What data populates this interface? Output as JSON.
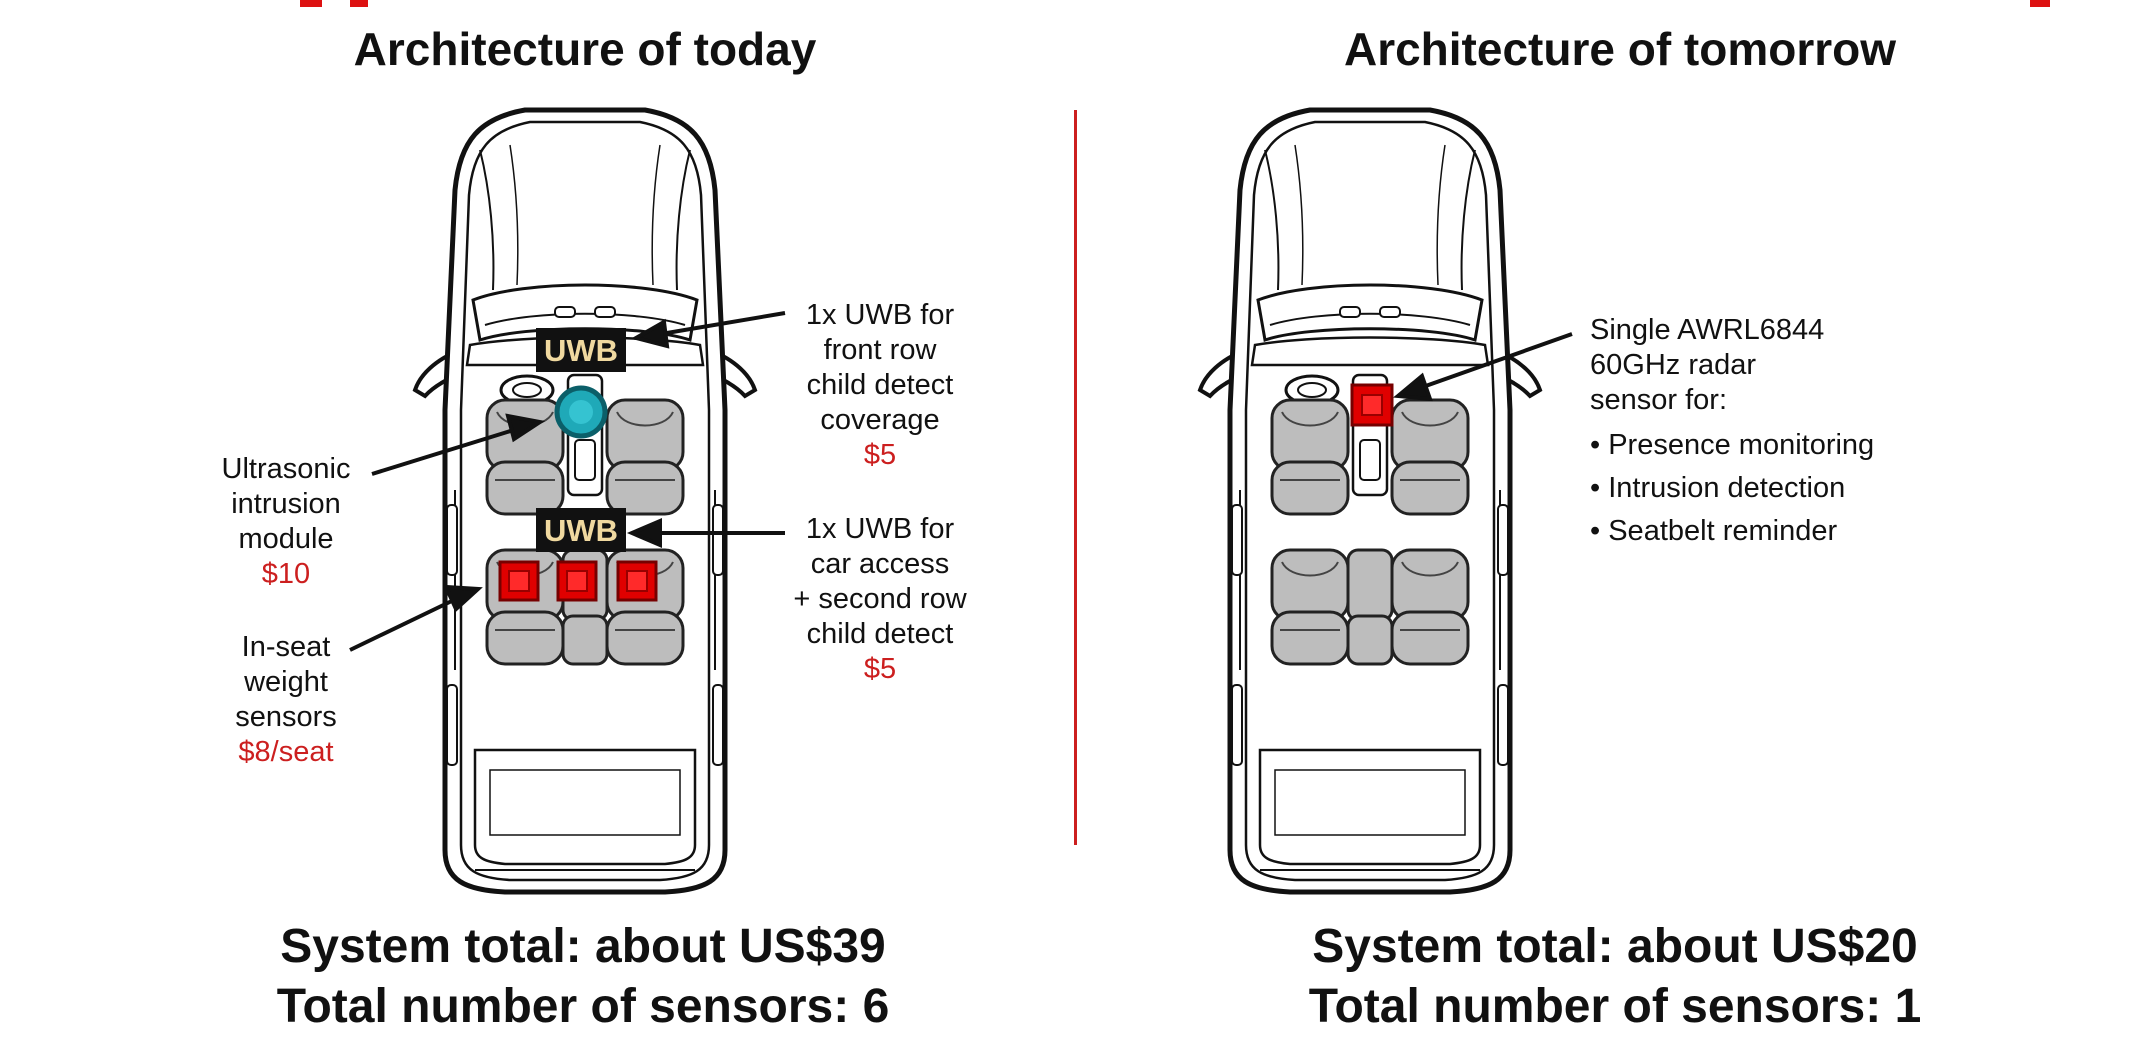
{
  "left": {
    "title": "Architecture of today",
    "uwb_label": "UWB",
    "annotations": {
      "uwb_front": {
        "lines": [
          "1x UWB for",
          "front row",
          "child detect",
          "coverage"
        ],
        "price": "$5"
      },
      "uwb_access": {
        "lines": [
          "1x UWB for",
          "car access",
          "+ second row",
          "child detect"
        ],
        "price": "$5"
      },
      "ultrasonic": {
        "lines": [
          "Ultrasonic",
          "intrusion",
          "module"
        ],
        "price": "$10"
      },
      "weight": {
        "lines": [
          "In-seat",
          "weight",
          "sensors"
        ],
        "price": "$8/seat"
      }
    },
    "total_cost": "System total: about US$39",
    "total_sensors": "Total number of sensors: 6"
  },
  "right": {
    "title": "Architecture of tomorrow",
    "description_lines": [
      "Single AWRL6844",
      "60GHz radar",
      "sensor for:"
    ],
    "bullets": [
      "Presence monitoring",
      "Intrusion detection",
      "Seatbelt reminder"
    ],
    "total_cost": "System total: about US$20",
    "total_sensors": "Total number of sensors: 1"
  },
  "colors": {
    "price": "#cc1f1f",
    "divider": "#cc1f1f",
    "sensor_red": "#e00000",
    "ultrasonic_teal": "#1fa9b8",
    "uwb_box": "#111111",
    "uwb_text": "#f0d9a0",
    "seat_gray": "#bdbdbd"
  }
}
